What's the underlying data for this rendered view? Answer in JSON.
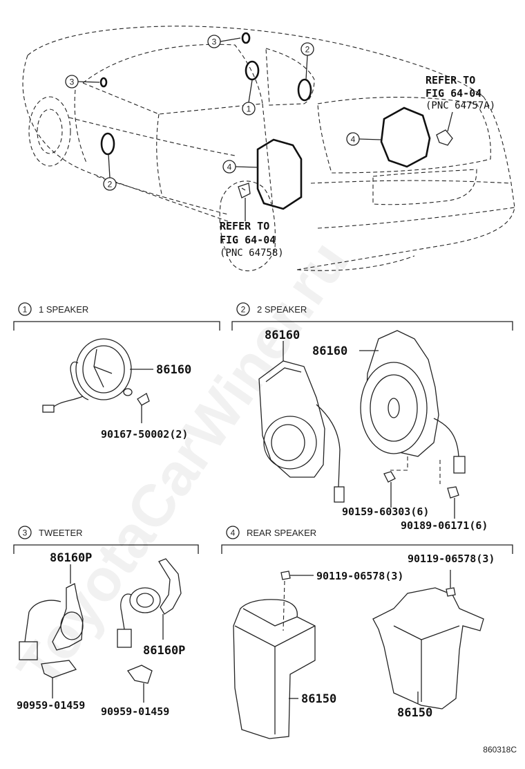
{
  "diagram": {
    "drawing_code": "860318C",
    "watermark": "ToyotaCarWiner.ru",
    "car_view": {
      "callouts": [
        "3",
        "3",
        "2",
        "1",
        "2",
        "4",
        "4"
      ],
      "refer_front": {
        "line1": "REFER TO",
        "line2": "FIG 64-04",
        "line3": "(PNC 64758)"
      },
      "refer_rear": {
        "line1": "REFER TO",
        "line2": "FIG 64-04",
        "line3": "(PNC 64757A)"
      }
    },
    "sections": [
      {
        "number": "1",
        "title": "1 SPEAKER",
        "parts": [
          "86160",
          "90167-50002(2)"
        ]
      },
      {
        "number": "2",
        "title": "2 SPEAKER",
        "parts": [
          "86160",
          "86160",
          "90159-60303(6)",
          "90189-06171(6)"
        ]
      },
      {
        "number": "3",
        "title": "TWEETER",
        "parts": [
          "86160P",
          "86160P",
          "90959-01459",
          "90959-01459"
        ]
      },
      {
        "number": "4",
        "title": "REAR SPEAKER",
        "parts": [
          "90119-06578(3)",
          "90119-06578(3)",
          "86150",
          "86150"
        ]
      }
    ]
  }
}
